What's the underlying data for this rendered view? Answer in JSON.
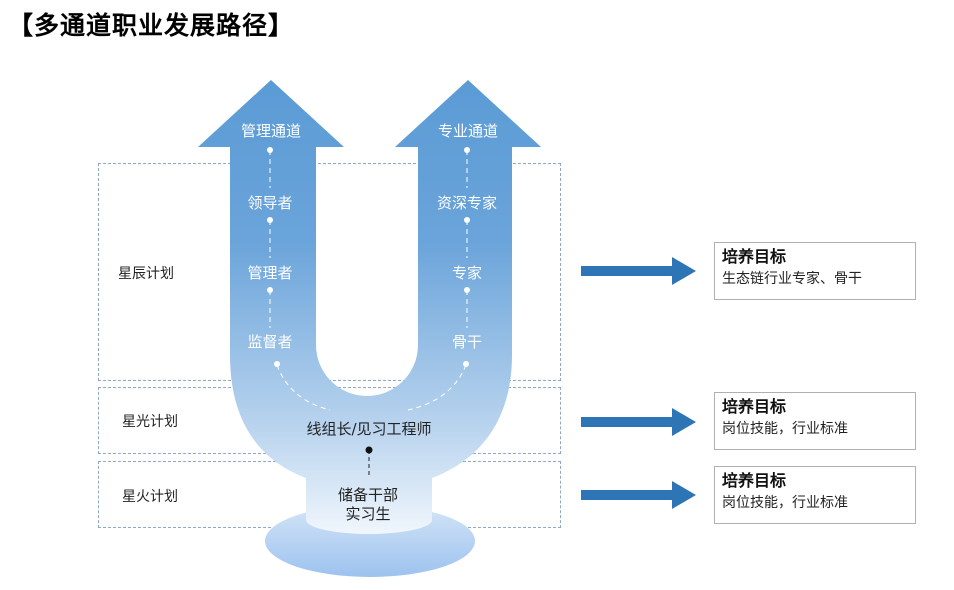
{
  "title": "【多通道职业发展路径】",
  "stages": [
    {
      "label": "星辰计划"
    },
    {
      "label": "星光计划"
    },
    {
      "label": "星火计划"
    }
  ],
  "channels": {
    "management": {
      "title": "管理通道",
      "levels": [
        "领导者",
        "管理者",
        "监督者"
      ]
    },
    "professional": {
      "title": "专业通道",
      "levels": [
        "资深专家",
        "专家",
        "骨干"
      ]
    }
  },
  "base": {
    "middle_label": "线组长/见习工程师",
    "bottom_label_line1": "储备干部",
    "bottom_label_line2": "实习生"
  },
  "goals": [
    {
      "title": "培养目标",
      "desc": "生态链行业专家、骨干"
    },
    {
      "title": "培养目标",
      "desc": "岗位技能，行业标准"
    },
    {
      "title": "培养目标",
      "desc": "岗位技能，行业标准"
    }
  ],
  "colors": {
    "arrow_top": "#5b9bd5",
    "arrow_bottom": "#eaf2fb",
    "pointer_arrow": "#2e75b6",
    "dashed_border": "#8fa9c4"
  }
}
